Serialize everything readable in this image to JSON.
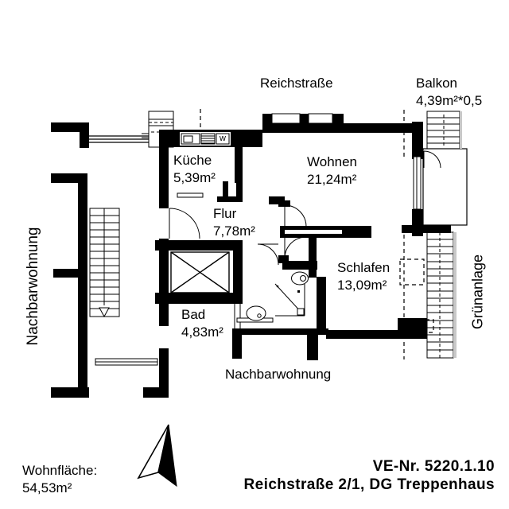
{
  "plan": {
    "street": "Reichstraße",
    "balcony": {
      "name": "Balkon",
      "area": "4,39m²*0,5"
    },
    "rooms": {
      "kueche": {
        "name": "Küche",
        "area": "5,39m²"
      },
      "wohnen": {
        "name": "Wohnen",
        "area": "21,24m²"
      },
      "flur": {
        "name": "Flur",
        "area": "7,78m²"
      },
      "schlafen": {
        "name": "Schlafen",
        "area": "13,09m²"
      },
      "bad": {
        "name": "Bad",
        "area": "4,83m²"
      }
    },
    "surroundings": {
      "left_neighbor": "Nachbarwohnung",
      "bottom_neighbor": "Nachbarwohnung",
      "green_area": "Grünanlage"
    },
    "kitchen_marker": "w"
  },
  "footer": {
    "living_area_label": "Wohnfläche:",
    "living_area_value": "54,53m²",
    "ve_number": "VE-Nr. 5220.1.10",
    "address": "Reichstraße 2/1, DG Treppenhaus"
  },
  "colors": {
    "wall": "#000000",
    "background": "#ffffff",
    "hatch_edge": "#c8c8c8"
  }
}
